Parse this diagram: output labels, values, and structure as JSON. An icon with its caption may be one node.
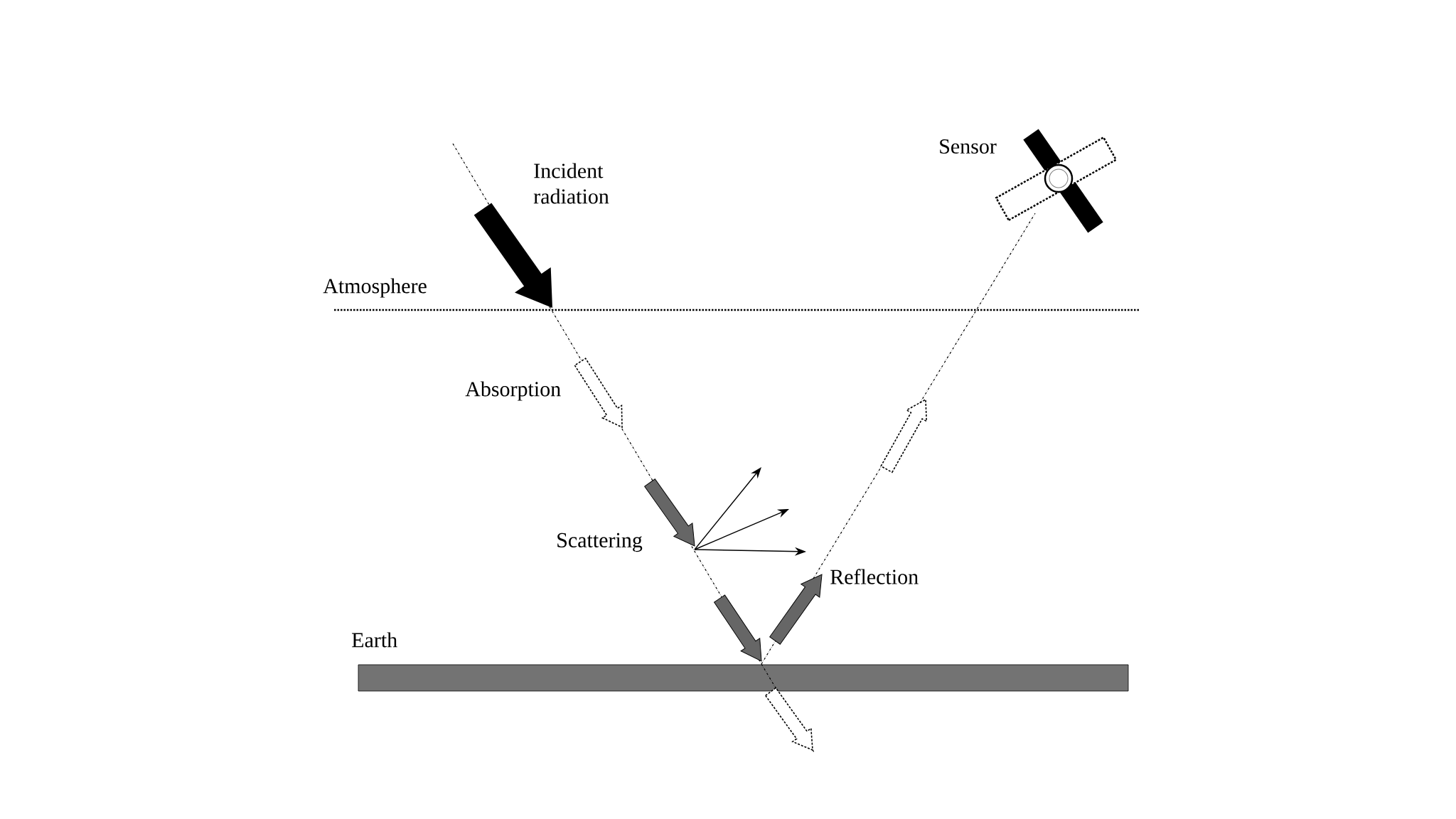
{
  "diagram": {
    "labels": [
      "Incident radiation",
      "Sensor",
      "Atmosphere",
      "Absorption",
      "Scattering",
      "Reflection",
      "Earth"
    ]
  }
}
